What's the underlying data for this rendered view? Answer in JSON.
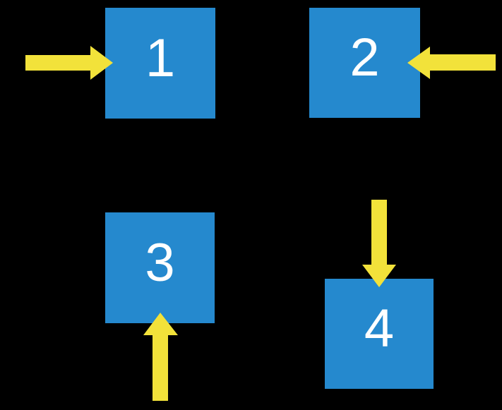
{
  "background_color": "#000000",
  "colors": {
    "box": "#2589CE",
    "arrow": "#F2E23A",
    "label": "#FFFFFF"
  },
  "boxes": [
    {
      "label": "1",
      "arrow_direction": "right",
      "position": "top-left"
    },
    {
      "label": "2",
      "arrow_direction": "left",
      "position": "top-right"
    },
    {
      "label": "3",
      "arrow_direction": "up",
      "position": "bottom-left"
    },
    {
      "label": "4",
      "arrow_direction": "down",
      "position": "bottom-right"
    }
  ]
}
